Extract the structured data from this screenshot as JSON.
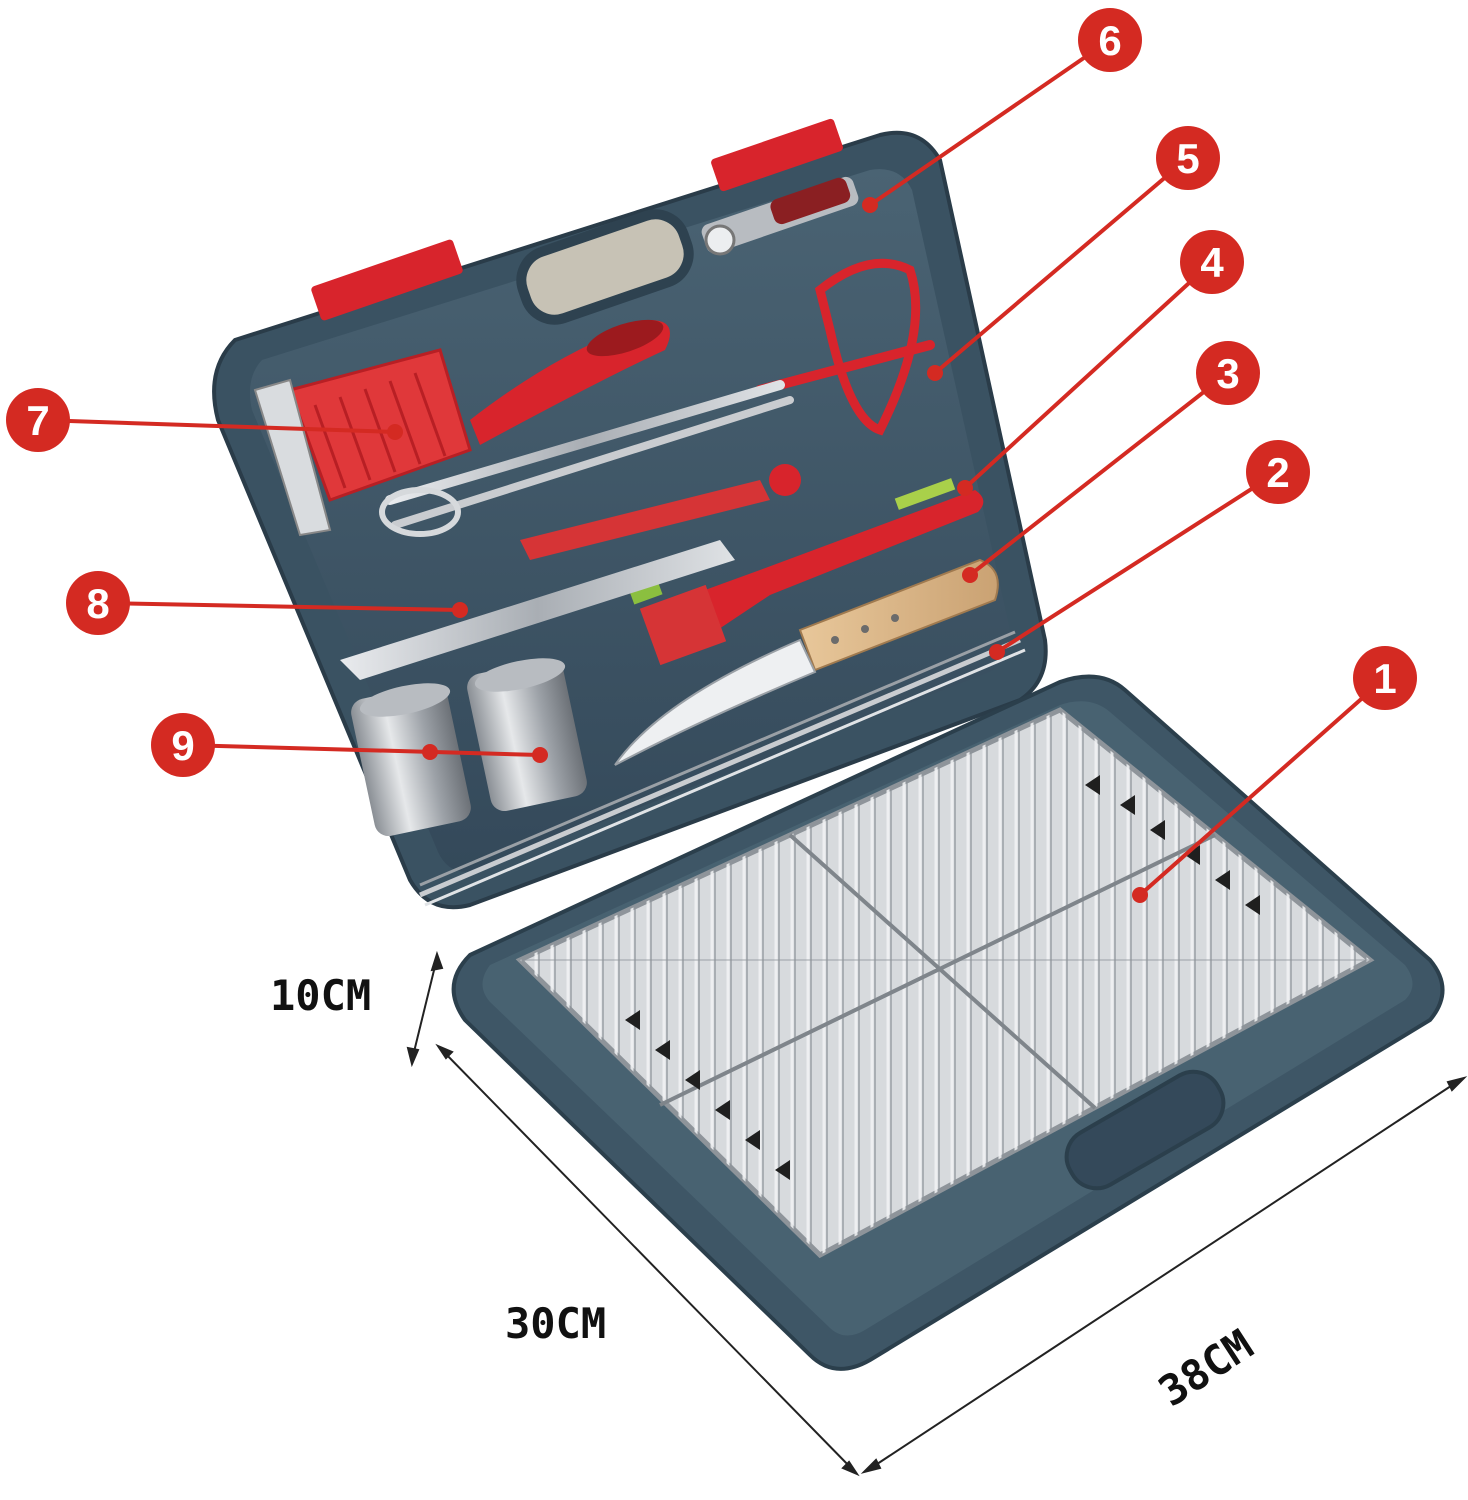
{
  "callouts": [
    {
      "id": "1",
      "label": "1"
    },
    {
      "id": "2",
      "label": "2"
    },
    {
      "id": "3",
      "label": "3"
    },
    {
      "id": "4",
      "label": "4"
    },
    {
      "id": "5",
      "label": "5"
    },
    {
      "id": "6",
      "label": "6"
    },
    {
      "id": "7",
      "label": "7"
    },
    {
      "id": "8",
      "label": "8"
    },
    {
      "id": "9",
      "label": "9"
    }
  ],
  "dimensions": {
    "height": "10CM",
    "depth": "30CM",
    "width": "38CM"
  },
  "colors": {
    "case": "#3e5666",
    "case_dark": "#2b3f4c",
    "callout": "#d42a22",
    "accent_red": "#d8242c",
    "steel": "#c9ccd0"
  }
}
